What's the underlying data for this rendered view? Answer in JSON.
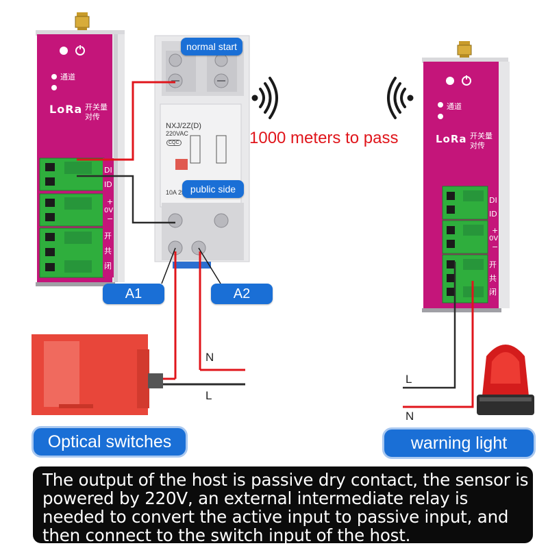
{
  "distance_text": "1000 meters to pass",
  "caption": "The output of the host is passive dry contact, the sensor is powered by 220V, an external intermediate relay is needed to convert the active input to passive input, and then connect to the switch input of the host.",
  "callouts": {
    "normal_start": "normal start",
    "public_side": "public side",
    "a1": "A1",
    "a2": "A2"
  },
  "labels": {
    "optical_switches": "Optical switches",
    "warning_light": "warning light"
  },
  "device": {
    "channel": "通道",
    "lora": "LoRa",
    "switch_qty_line1": "开关量",
    "switch_qty_line2": "对传",
    "terminal_di": "DI",
    "terminal_id": "ID",
    "terminal_plus": "+",
    "terminal_0v": "0V",
    "terminal_minus": "−",
    "terminal_open": "开",
    "terminal_common": "共",
    "terminal_close": "闭"
  },
  "relay": {
    "model": "NXJ/2Z(D)",
    "voltage": "220VAC",
    "cqc": "CQC",
    "rating": "10A 25"
  },
  "wires": {
    "n_left": "N",
    "l_left": "L",
    "l_right": "L",
    "n_right": "N"
  },
  "colors": {
    "device_magenta": "#c4157a",
    "terminal_green": "#2fae3d",
    "callout_blue": "#1a6fd6",
    "wire_red": "#e0151b",
    "distance_text_red": "#e0151b",
    "sensor_red": "#e8463a"
  }
}
